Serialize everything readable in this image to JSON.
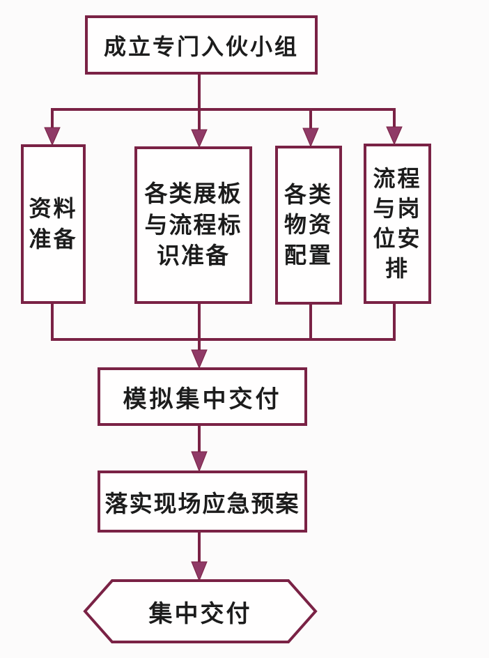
{
  "colors": {
    "line": "#7a2245",
    "arrow": "#8f3a66",
    "text": "#1c1c1c",
    "box_fill": "#fffefe",
    "background": "#fcfbfb"
  },
  "nodes": {
    "start": {
      "label": "成立专门入伙小组"
    },
    "branch1": {
      "lines": [
        "资料",
        "准备"
      ]
    },
    "branch2": {
      "lines": [
        "各类展板",
        "与流程标",
        "识准备"
      ]
    },
    "branch3": {
      "lines": [
        "各类",
        "物资",
        "配置"
      ]
    },
    "branch4": {
      "lines": [
        "流程",
        "与岗",
        "位安",
        "排"
      ]
    },
    "simulate": {
      "label": "模拟集中交付"
    },
    "implement": {
      "label": "落实现场应急预案"
    },
    "end": {
      "label": "集中交付"
    }
  }
}
